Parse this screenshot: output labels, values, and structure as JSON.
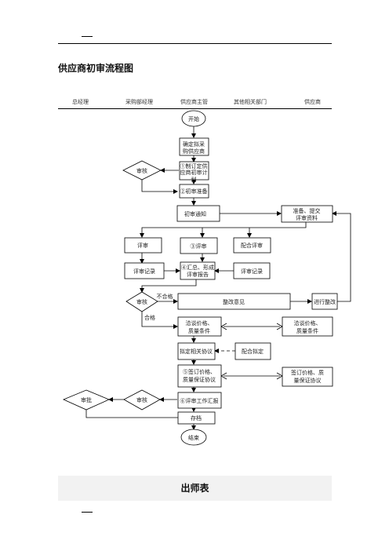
{
  "page": {
    "title": "供应商初审流程图",
    "bottom_title": "出师表"
  },
  "lanes": [
    "总经理",
    "采购部经理",
    "供应商主管",
    "其他相关部门",
    "供应商"
  ],
  "flow": {
    "start": "开始",
    "confirm_l1": "确定拟采",
    "confirm_l2": "购供应商",
    "plan_l1": "①制订定供",
    "plan_l2": "应商初审计",
    "plan_l3": "划",
    "audit1": "审核",
    "prep": "②初审准备",
    "notice": "初审通知",
    "supplier_prep_l1": "准备、提交",
    "supplier_prep_l2": "评审资料",
    "review_left": "评审",
    "review_mid": "③评审",
    "review_right": "配合评审",
    "record_left": "评审记录",
    "summary_l1": "④汇总、形成",
    "summary_l2": "评审报告",
    "record_right": "评审记录",
    "audit2": "审核",
    "fail": "不合格",
    "pass": "合格",
    "rectify_opinion": "整改意见",
    "rectify": "进行整改",
    "negotiate_l1": "洽谈价格、",
    "negotiate_l2": "质量条件",
    "negotiate_sup_l1": "洽谈价格、",
    "negotiate_sup_l2": "质量条件",
    "draft": "拟定相关协议",
    "cooperate_draft": "配合拟定",
    "sign_l1": "⑤签订价格、",
    "sign_l2": "质量保证协议",
    "sign_sup_l1": "签订价格、质",
    "sign_sup_l2": "量保证协议",
    "report": "⑥评审工作汇报",
    "audit3": "审核",
    "approve": "审批",
    "archive": "存档",
    "end": "结束"
  }
}
